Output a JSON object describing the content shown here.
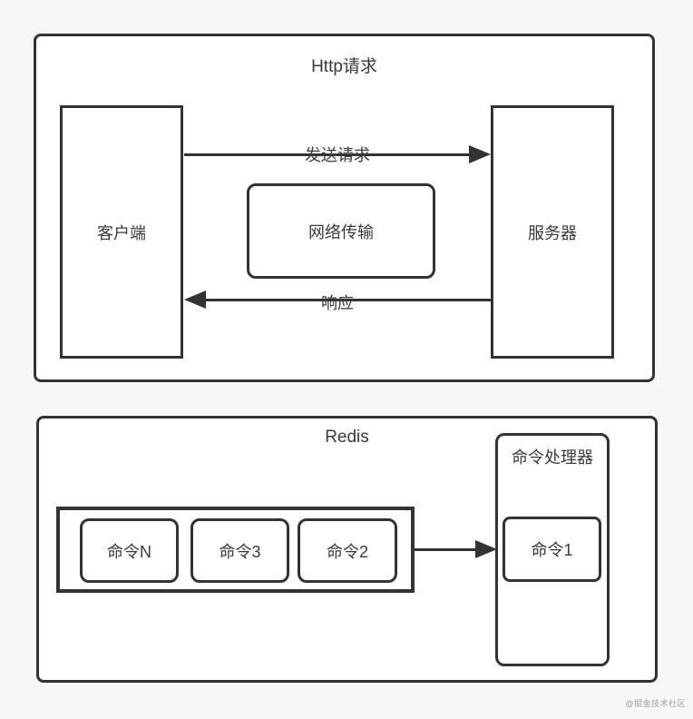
{
  "colors": {
    "bg": "#f7f7f7",
    "fill": "#ffffff",
    "border": "#333333",
    "text": "#3a3a3a",
    "watermark": "#9e9e9e"
  },
  "http_diagram": {
    "title": "Http请求",
    "client_label": "客户端",
    "server_label": "服务器",
    "network_label": "网络传输",
    "send_arrow_label": "发送请求",
    "response_arrow_label": "响应"
  },
  "redis_diagram": {
    "title": "Redis",
    "queue_commands": [
      {
        "label": "命令N"
      },
      {
        "label": "命令3"
      },
      {
        "label": "命令2"
      }
    ],
    "processor_title": "命令处理器",
    "processor_command_label": "命令1"
  },
  "watermark": "@掘金技术社区"
}
